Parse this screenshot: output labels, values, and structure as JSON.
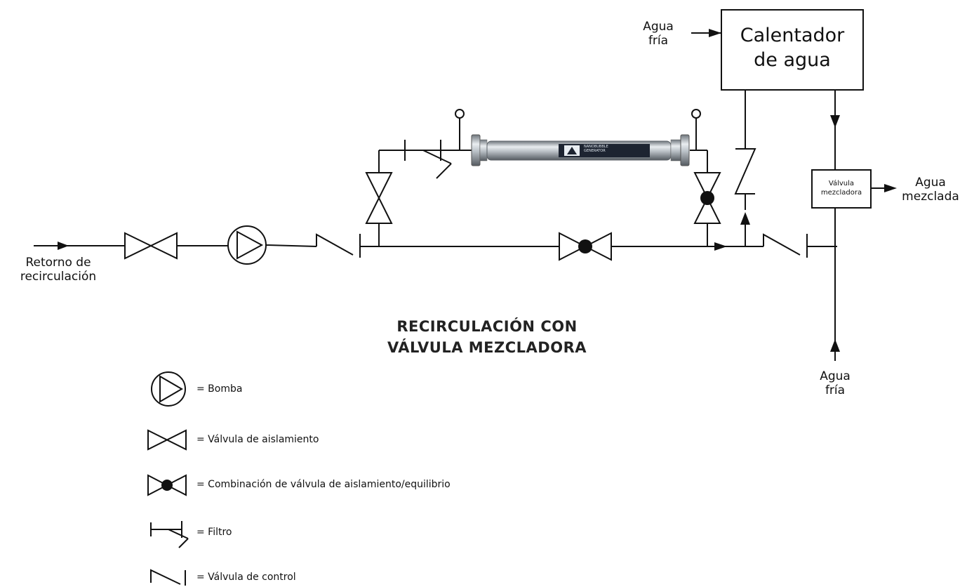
{
  "title": {
    "line1": "RECIRCULACIÓN CON",
    "line2": "VÁLVULA MEZCLADORA"
  },
  "labels": {
    "return": [
      "Retorno de",
      "recirculación"
    ],
    "cold_top": [
      "Agua",
      "fría"
    ],
    "cold_bottom": [
      "Agua",
      "fría"
    ],
    "mixed": [
      "Agua",
      "mezclada"
    ]
  },
  "heater": [
    "Calentador",
    "de agua"
  ],
  "mixing_valve": [
    "Válvula",
    "mezcladora"
  ],
  "generator": {
    "text": [
      "NANOBUBBLE",
      "GENERATOR"
    ]
  },
  "legend": [
    {
      "symbol": "pump-icon",
      "text": "= Bomba"
    },
    {
      "symbol": "isolation-valve-icon",
      "text": "= Válvula de aislamiento"
    },
    {
      "symbol": "isolation-balancing-valve-icon",
      "text": "= Combinación de válvula de aislamiento/equilibrio"
    },
    {
      "symbol": "strainer-icon",
      "text": "= Filtro"
    },
    {
      "symbol": "check-valve-icon",
      "text": "= Válvula de control"
    }
  ]
}
